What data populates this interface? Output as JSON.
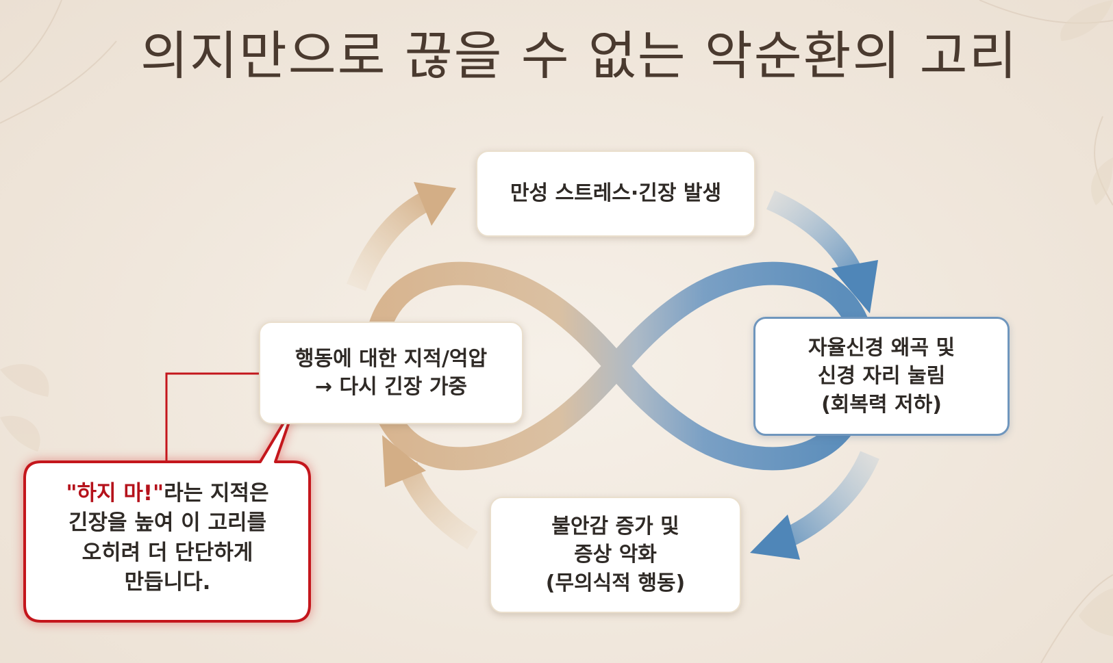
{
  "title": "의지만으로 끊을 수 없는 악순환의 고리",
  "boxes": {
    "top": [
      "만성 스트레스·긴장 발생"
    ],
    "right": [
      "자율신경 왜곡 및",
      "신경 자리 눌림",
      "(회복력 저하)"
    ],
    "bottom": [
      "불안감 증가 및",
      "증상 악화",
      "(무의식적 행동)"
    ],
    "left": [
      "행동에 대한 지적/억압",
      "→ 다시 긴장 가중"
    ]
  },
  "callout": {
    "quote": "\"하지 마!\"",
    "line1_rest": "라는 지적은",
    "line2": "긴장을 높여 이 고리를",
    "line3": "오히려 더 단단하게",
    "line4": "만듭니다."
  },
  "colors": {
    "background": "#f1e9df",
    "warm_arrow": "#d9b48a",
    "cool_arrow": "#4f86b8",
    "callout_border": "#c4161c",
    "title_text": "#4a3a2f",
    "box_border_blue": "#6f96bd"
  }
}
